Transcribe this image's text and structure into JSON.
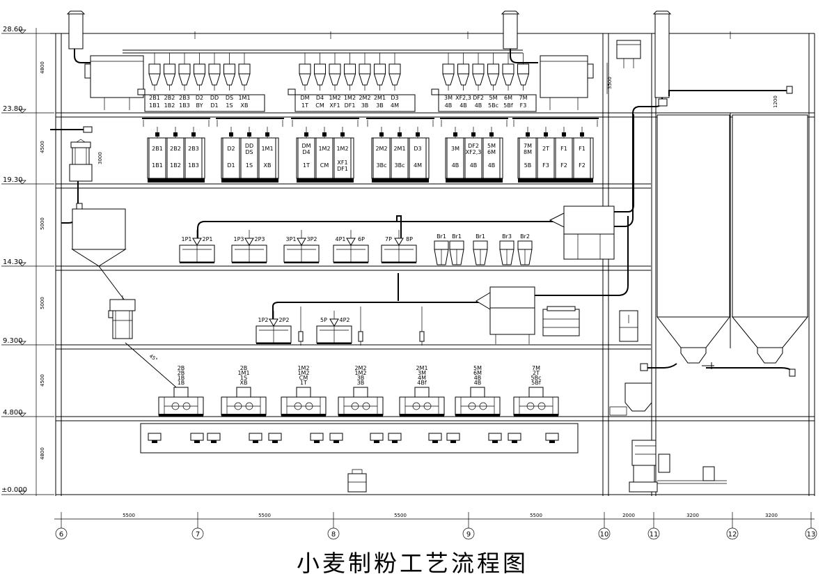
{
  "title": "小麦制粉工艺流程图",
  "elevations": [
    "28.60",
    "23.80",
    "19.30",
    "14.30",
    "9.300",
    "4.800",
    "±0.000"
  ],
  "floor_heights": [
    "4800",
    "4500",
    "5000",
    "5000",
    "4500",
    "4800"
  ],
  "spans": [
    "5500",
    "5500",
    "5500",
    "5500",
    "2000",
    "3200",
    "3200"
  ],
  "grid_axes": [
    "6",
    "7",
    "8",
    "9",
    "10",
    "11",
    "12",
    "13"
  ],
  "notes": {
    "cyclone_height": "3500",
    "sifter_height": "3000",
    "bin_side": "1200",
    "chute_angle": "45°"
  },
  "cyclone_groups": [
    {
      "top": [
        "2B1",
        "2B2",
        "2B3",
        "D2",
        "DD",
        "DS",
        "1M1"
      ],
      "bottom": [
        "1B1",
        "1B2",
        "1B3",
        "BY",
        "D1",
        "1S",
        "XB"
      ]
    },
    {
      "top": [
        "DM",
        "D4",
        "1M2",
        "1M2",
        "2M2",
        "2M1",
        "D3"
      ],
      "bottom": [
        "1T",
        "CM",
        "XF1",
        "DF1",
        "3B",
        "3B",
        "4M"
      ]
    },
    {
      "top": [
        "3M",
        "XF2,3",
        "DF2",
        "5M",
        "6M",
        "7M"
      ],
      "bottom": [
        "4B",
        "4B",
        "4B",
        "5Bc",
        "5Bf",
        "F3"
      ]
    }
  ],
  "sifters": [
    [
      [
        "2B1",
        "1B1"
      ],
      [
        "2B2",
        "1B2"
      ],
      [
        "2B3",
        "1B3"
      ]
    ],
    [
      [
        "D2",
        "D1"
      ],
      [
        "DD DS",
        "1S"
      ],
      [
        "1M1",
        "XB"
      ]
    ],
    [
      [
        "DM D4",
        "1T"
      ],
      [
        "1M2",
        "CM"
      ],
      [
        "1M2",
        "XF1 DF1"
      ]
    ],
    [
      [
        "2M2",
        "3Bc"
      ],
      [
        "2M1",
        "3Bc"
      ],
      [
        "D3",
        "4M"
      ]
    ],
    [
      [
        "3M",
        "4B"
      ],
      [
        "DF2 XF2,3",
        "4B"
      ],
      [
        "5M 6M",
        "4B"
      ]
    ],
    [
      [
        "7M 8M",
        "5B"
      ],
      [
        "2T",
        "F3"
      ],
      [
        "F1",
        "F2"
      ],
      [
        "F1",
        "F2"
      ]
    ]
  ],
  "purifiers_upper": [
    [
      "1P1",
      "2P1"
    ],
    [
      "1P3",
      "2P3"
    ],
    [
      "3P1",
      "3P2"
    ],
    [
      "4P1",
      "6P"
    ],
    [
      "7P",
      "8P"
    ]
  ],
  "bran_finishers": [
    "Br1",
    "Br1",
    "Br1",
    "Br3",
    "Br2"
  ],
  "purifiers_lower": [
    [
      "1P2",
      "2P2"
    ],
    [
      "5P",
      "4P2"
    ]
  ],
  "roller_mills": [
    [
      "2B",
      "2B",
      "1B",
      "1B"
    ],
    [
      "2B",
      "1M1",
      "1S",
      "XB"
    ],
    [
      "1M2",
      "1M2",
      "CM",
      "1T"
    ],
    [
      "2M2",
      "1M2",
      "3B",
      "3B"
    ],
    [
      "2M1",
      "3M",
      "4M",
      "4Bf"
    ],
    [
      "5M",
      "6M",
      "4B",
      "4B"
    ],
    [
      "7M",
      "2T",
      "5Bc",
      "5Bf"
    ]
  ]
}
